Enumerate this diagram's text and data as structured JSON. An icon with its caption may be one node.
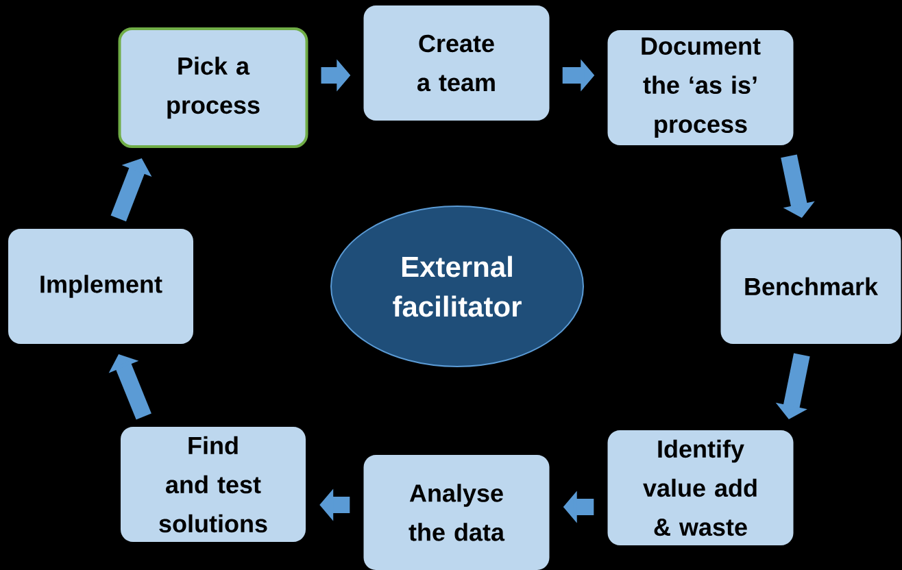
{
  "diagram": {
    "nodes": [
      {
        "text": [
          "Pick a process"
        ]
      },
      {
        "text": [
          "Create a team"
        ]
      },
      {
        "text": [
          "Document the ‘as is’ process"
        ]
      },
      {
        "text": [
          "Benchmark"
        ]
      },
      {
        "text": [
          "Identify value add & waste"
        ]
      },
      {
        "text": [
          "Analyse the data"
        ]
      },
      {
        "text": [
          "Find and test solutions"
        ]
      },
      {
        "text": [
          "Implement"
        ]
      },
      {
        "text": [
          "External facilitator"
        ]
      }
    ],
    "edges": [
      {
        "from": 0,
        "to": 1,
        "arrow": "to"
      },
      {
        "from": 1,
        "to": 2,
        "arrow": "to"
      },
      {
        "from": 2,
        "to": 3,
        "arrow": "to"
      },
      {
        "from": 3,
        "to": 4,
        "arrow": "to"
      },
      {
        "from": 4,
        "to": 5,
        "arrow": "to"
      },
      {
        "from": 5,
        "to": 6,
        "arrow": "to"
      },
      {
        "from": 6,
        "to": 7,
        "arrow": "to"
      },
      {
        "from": 7,
        "to": 0,
        "arrow": "to"
      }
    ]
  }
}
